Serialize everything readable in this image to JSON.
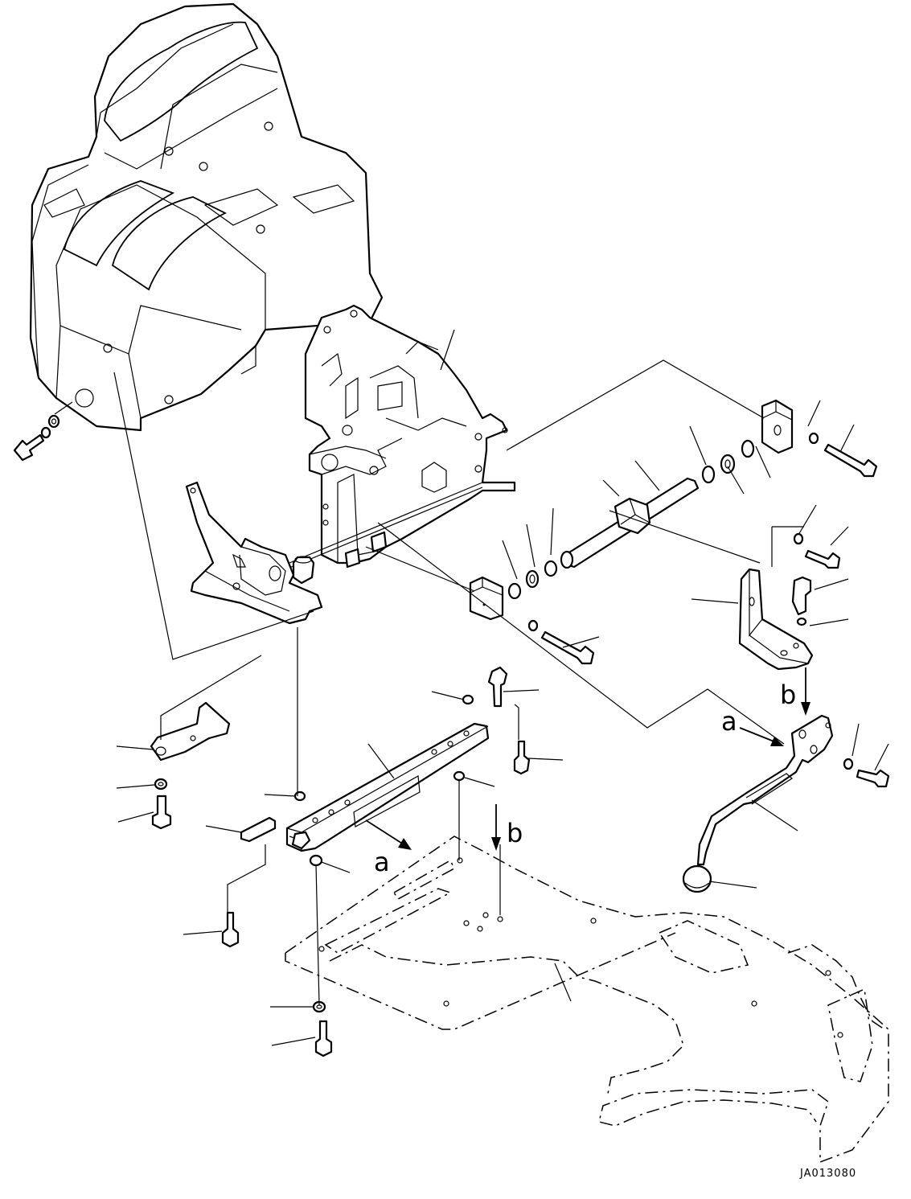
{
  "labels": {
    "a_top": "a",
    "b_top": "b",
    "a_bottom": "a",
    "b_bottom": "b"
  },
  "drawing_code": "JA013080"
}
